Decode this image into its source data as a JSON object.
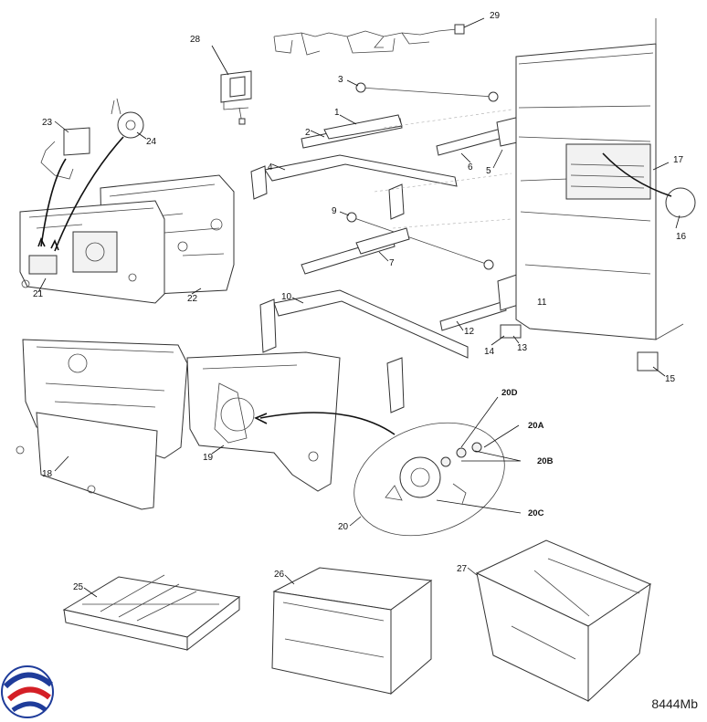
{
  "diagram": {
    "title": "Refrigerator fresh food section parts diagram",
    "code": "8444Mb",
    "labels": {
      "p1": "1",
      "p2": "2",
      "p3": "3",
      "p4": "4",
      "p5": "5",
      "p6": "6",
      "p7": "7",
      "p9": "9",
      "p10": "10",
      "p11": "11",
      "p12": "12",
      "p13": "13",
      "p14": "14",
      "p15": "15",
      "p16": "16",
      "p17": "17",
      "p18": "18",
      "p19": "19",
      "p20": "20",
      "p20A": "20A",
      "p20B": "20B",
      "p20C": "20C",
      "p20D": "20D",
      "p21": "21",
      "p22": "22",
      "p23": "23",
      "p24": "24",
      "p25": "25",
      "p26": "26",
      "p27": "27",
      "p28": "28",
      "p29": "29"
    },
    "logo_icon": "brand-swirl-logo-icon",
    "colors": {
      "logo_blue": "#1f3c9a",
      "logo_red": "#d41f26",
      "line": "#333333"
    }
  }
}
